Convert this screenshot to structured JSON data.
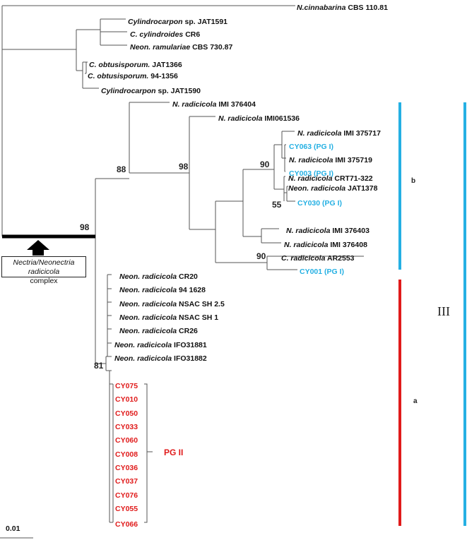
{
  "taxa": [
    {
      "id": "t0",
      "label": "N.cinnabarina CBS 110.81",
      "italic": "N.cinnabarina",
      "rest": " CBS 110.81",
      "color": "black"
    },
    {
      "id": "t1",
      "label": "Cylindrocarpon sp. JAT1591",
      "italic": "Cylindrocarpon",
      "rest": " sp. JAT1591",
      "color": "black"
    },
    {
      "id": "t2",
      "label": "C. cylindroides CR6",
      "italic": "C. cylindroides",
      "rest": " CR6",
      "color": "black"
    },
    {
      "id": "t3",
      "label": "Neon. ramulariae CBS 730.87",
      "italic": "Neon. ramulariae",
      "rest": " CBS 730.87",
      "color": "black"
    },
    {
      "id": "t4",
      "label": "C. obtusisporum. JAT1366",
      "italic": "C. obtusisporum.",
      "rest": " JAT1366",
      "color": "black"
    },
    {
      "id": "t5",
      "label": "C. obtusisporum. 94-1356",
      "italic": "C. obtusisporum.",
      "rest": " 94-1356",
      "color": "black"
    },
    {
      "id": "t6",
      "label": "Cylindrocarpon sp. JAT1590",
      "italic": "Cylindrocarpon",
      "rest": " sp. JAT1590",
      "color": "black"
    },
    {
      "id": "t7",
      "label": "N. radicicola IMI 376404",
      "italic": "N. radicicola",
      "rest": " IMI 376404",
      "color": "black"
    },
    {
      "id": "t8",
      "label": "N. radicicola IMI061536",
      "italic": "N. radicicola",
      "rest": " IMI061536",
      "color": "black"
    },
    {
      "id": "t9",
      "label": "N. radicicola IMI 375717",
      "italic": "N. radicicola",
      "rest": " IMI 375717",
      "color": "black"
    },
    {
      "id": "t10",
      "label": "CY063 (PG I)",
      "italic": "",
      "rest": "CY063 (PG I)",
      "color": "blue"
    },
    {
      "id": "t11",
      "label": "N. radicicola IMI 375719",
      "italic": "N. radicicola",
      "rest": " IMI 375719",
      "color": "black"
    },
    {
      "id": "t12",
      "label": "CY003 (PG I)",
      "italic": "",
      "rest": "CY003 (PG I)",
      "color": "blue"
    },
    {
      "id": "t13",
      "label": "N. radicicola CRT71-322",
      "italic": "N. radicicola",
      "rest": " CRT71-322",
      "color": "black"
    },
    {
      "id": "t14",
      "label": "Neon. radicicola JAT1378",
      "italic": "Neon. radicicola",
      "rest": " JAT1378",
      "color": "black"
    },
    {
      "id": "t15",
      "label": "CY030 (PG I)",
      "italic": "",
      "rest": "CY030 (PG I)",
      "color": "blue"
    },
    {
      "id": "t16",
      "label": "N. radicicola IMI 376403",
      "italic": "N. radicicola",
      "rest": " IMI 376403",
      "color": "black"
    },
    {
      "id": "t17",
      "label": "N. radicicola IMI 376408",
      "italic": "N. radicicola",
      "rest": " IMI 376408",
      "color": "black"
    },
    {
      "id": "t18",
      "label": "C. radicicola AR2553",
      "italic": "C. radicicola",
      "rest": " AR2553",
      "color": "black"
    },
    {
      "id": "t19",
      "label": "CY001 (PG I)",
      "italic": "",
      "rest": "CY001 (PG I)",
      "color": "blue"
    },
    {
      "id": "t20",
      "label": "Neon. radicicola CR20",
      "italic": "Neon. radicicola",
      "rest": " CR20",
      "color": "black"
    },
    {
      "id": "t21",
      "label": "Neon. radicicola 94 1628",
      "italic": "Neon. radicicola",
      "rest": " 94 1628",
      "color": "black"
    },
    {
      "id": "t22",
      "label": "Neon. radicicola NSAC SH 2.5",
      "italic": "Neon. radicicola",
      "rest": " NSAC SH 2.5",
      "color": "black"
    },
    {
      "id": "t23",
      "label": "Neon. radicicola NSAC SH 1",
      "italic": "Neon. radicicola",
      "rest": " NSAC SH 1",
      "color": "black"
    },
    {
      "id": "t24",
      "label": "Neon. radicicola CR26",
      "italic": "Neon. radicicola",
      "rest": " CR26",
      "color": "black"
    },
    {
      "id": "t25",
      "label": "Neon. radicicola IFO31881",
      "italic": "Neon. radicicola",
      "rest": " IFO31881",
      "color": "black"
    },
    {
      "id": "t26",
      "label": "Neon. radicicola IFO31882",
      "italic": "Neon. radicicola",
      "rest": " IFO31882",
      "color": "black"
    },
    {
      "id": "t27",
      "label": "CY075",
      "italic": "",
      "rest": "CY075",
      "color": "red"
    },
    {
      "id": "t28",
      "label": "CY010",
      "italic": "",
      "rest": "CY010",
      "color": "red"
    },
    {
      "id": "t29",
      "label": "CY050",
      "italic": "",
      "rest": "CY050",
      "color": "red"
    },
    {
      "id": "t30",
      "label": "CY033",
      "italic": "",
      "rest": "CY033",
      "color": "red"
    },
    {
      "id": "t31",
      "label": "CY060",
      "italic": "",
      "rest": "CY060",
      "color": "red"
    },
    {
      "id": "t32",
      "label": "CY008",
      "italic": "",
      "rest": "CY008",
      "color": "red"
    },
    {
      "id": "t33",
      "label": "CY036",
      "italic": "",
      "rest": "CY036",
      "color": "red"
    },
    {
      "id": "t34",
      "label": "CY037",
      "italic": "",
      "rest": "CY037",
      "color": "red"
    },
    {
      "id": "t35",
      "label": "CY076",
      "italic": "",
      "rest": "CY076",
      "color": "red"
    },
    {
      "id": "t36",
      "label": "CY055",
      "italic": "",
      "rest": "CY055",
      "color": "red"
    },
    {
      "id": "t37",
      "label": "CY066",
      "italic": "",
      "rest": "CY066",
      "color": "red"
    }
  ],
  "bootstrap": [
    "98",
    "88",
    "98",
    "90",
    "55",
    "90",
    "81"
  ],
  "complex_label": {
    "italic": "Nectria/Neonectria radicicola",
    "rest": " complex"
  },
  "pg2_label": "PG II",
  "clade_b": "b",
  "clade_a": "a",
  "group_label": "III",
  "scale_label": "0.01",
  "colors": {
    "blue": "#25b0e3",
    "red": "#e01b1b",
    "black": "#111111",
    "branch": "#555555"
  }
}
